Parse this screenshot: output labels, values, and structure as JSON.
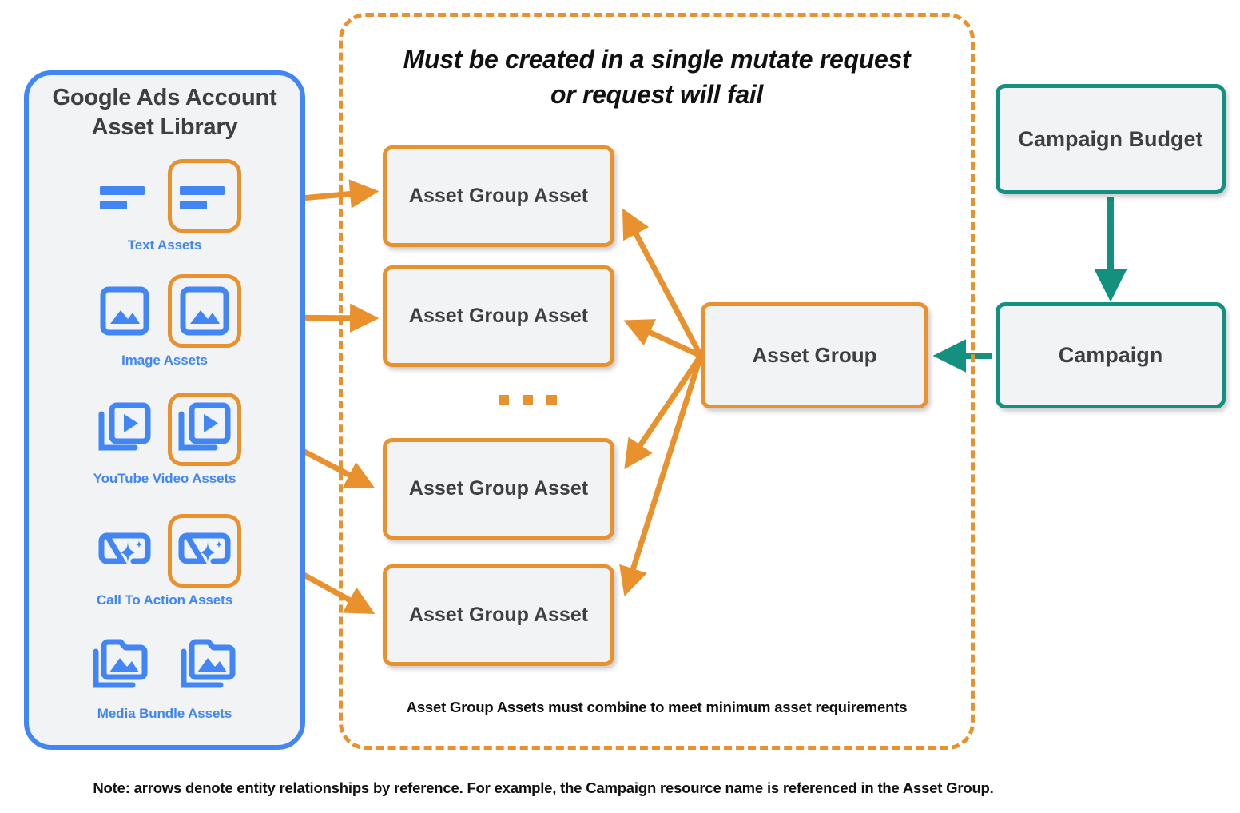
{
  "library": {
    "title": "Google Ads Account\nAsset Library",
    "title_line1": "Google Ads Account",
    "title_line2": "Asset Library",
    "border_color": "#4285f4",
    "fill_color": "#f1f3f4",
    "items": [
      {
        "label": "Text Assets",
        "icon": "text-asset-icon",
        "highlighted": true
      },
      {
        "label": "Image Assets",
        "icon": "image-asset-icon",
        "highlighted": true
      },
      {
        "label": "YouTube Video  Assets",
        "icon": "youtube-video-asset-icon",
        "highlighted": true
      },
      {
        "label": "Call To Action Assets",
        "icon": "call-to-action-asset-icon",
        "highlighted": true
      },
      {
        "label": "Media Bundle  Assets",
        "icon": "media-bundle-asset-icon",
        "highlighted": false
      }
    ]
  },
  "mutate_container": {
    "title_line1": "Must be created in a single mutate request",
    "title_line2": "or request will fail",
    "footnote": "Asset Group Assets must combine to meet minimum asset requirements",
    "border_color": "#e8912d",
    "border_style": "dashed"
  },
  "nodes": {
    "asset_group_assets": [
      {
        "label": "Asset Group Asset"
      },
      {
        "label": "Asset Group Asset"
      },
      {
        "label": "Asset Group Asset"
      },
      {
        "label": "Asset Group Asset"
      }
    ],
    "ellipsis": "...",
    "asset_group": {
      "label": "Asset Group",
      "color": "#e8912d"
    },
    "campaign_budget": {
      "label": "Campaign Budget",
      "color": "#13907f"
    },
    "campaign": {
      "label": "Campaign",
      "color": "#13907f"
    }
  },
  "footer": {
    "note": "Note: arrows denote entity relationships by reference. For example, the Campaign resource name is referenced in the Asset Group."
  },
  "colors": {
    "orange": "#e8912d",
    "teal": "#13907f",
    "blue": "#4285f4",
    "node_fill": "#f1f3f4",
    "text_dark": "#3c4043"
  }
}
